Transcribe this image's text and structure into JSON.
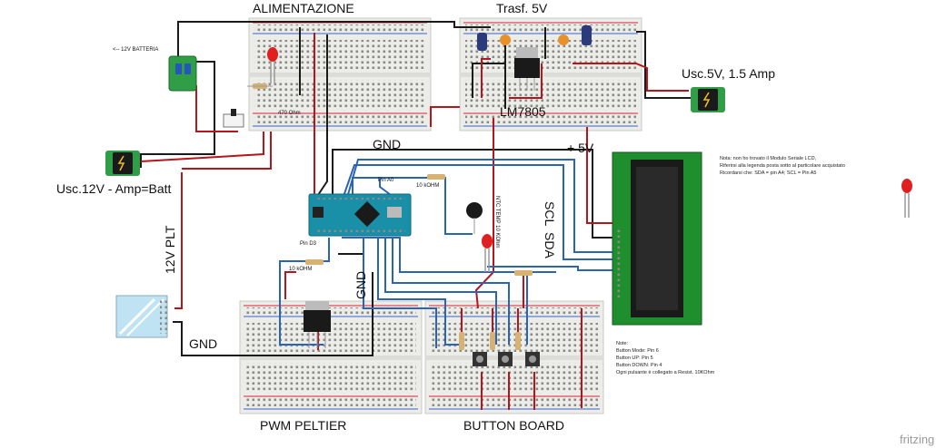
{
  "labels": {
    "alimentazione": "ALIMENTAZIONE",
    "trasf": "Trasf. 5V",
    "usc5v": "Usc.5V, 1.5 Amp",
    "lm7805": "LM7805",
    "batteria": "<-- 12V BATTERIA",
    "ohm470": "470 Ohm",
    "usc12v": "Usc.12V - Amp=Batt",
    "gnd_top": "GND",
    "plus5v": "+ 5V",
    "pinA0": "Pin A0",
    "kohm_a0": "10 kOHM",
    "ntc": "NTC TEMP 10 KOhm",
    "scl": "SCL",
    "sda": "SDA",
    "pinD3": "Pin D3",
    "kohm_d3": "10 kOHM",
    "plt": "12V PLT",
    "gnd_mid": "GND",
    "gnd_left": "GND",
    "pwm": "PWM PELTIER",
    "button_board": "BUTTON BOARD",
    "fritzing": "fritzing"
  },
  "note_lcd": [
    "Nota: non ho trovato il Modulo Seriale LCD,",
    "Riferirsi alla legenda posta sotto al particolare acquistato",
    "Ricordarsi che:   SDA = pin A4;   SCL = Pin A5"
  ],
  "note_buttons": [
    "Note:",
    "Button Mode: Pin 6",
    "Button UP: Pin 5",
    "Button DOWN: Pin 4",
    "Ogni pulsante è collegato a Resist. 10KOhm"
  ],
  "colors": {
    "wire_black": "#1a1a1a",
    "wire_red": "#b5161b",
    "wire_blue": "#2b63b5",
    "breadboard": "#ececea",
    "arduino": "#1a8fa8",
    "lcd": "#1f8f2e",
    "led": "#e02020"
  }
}
